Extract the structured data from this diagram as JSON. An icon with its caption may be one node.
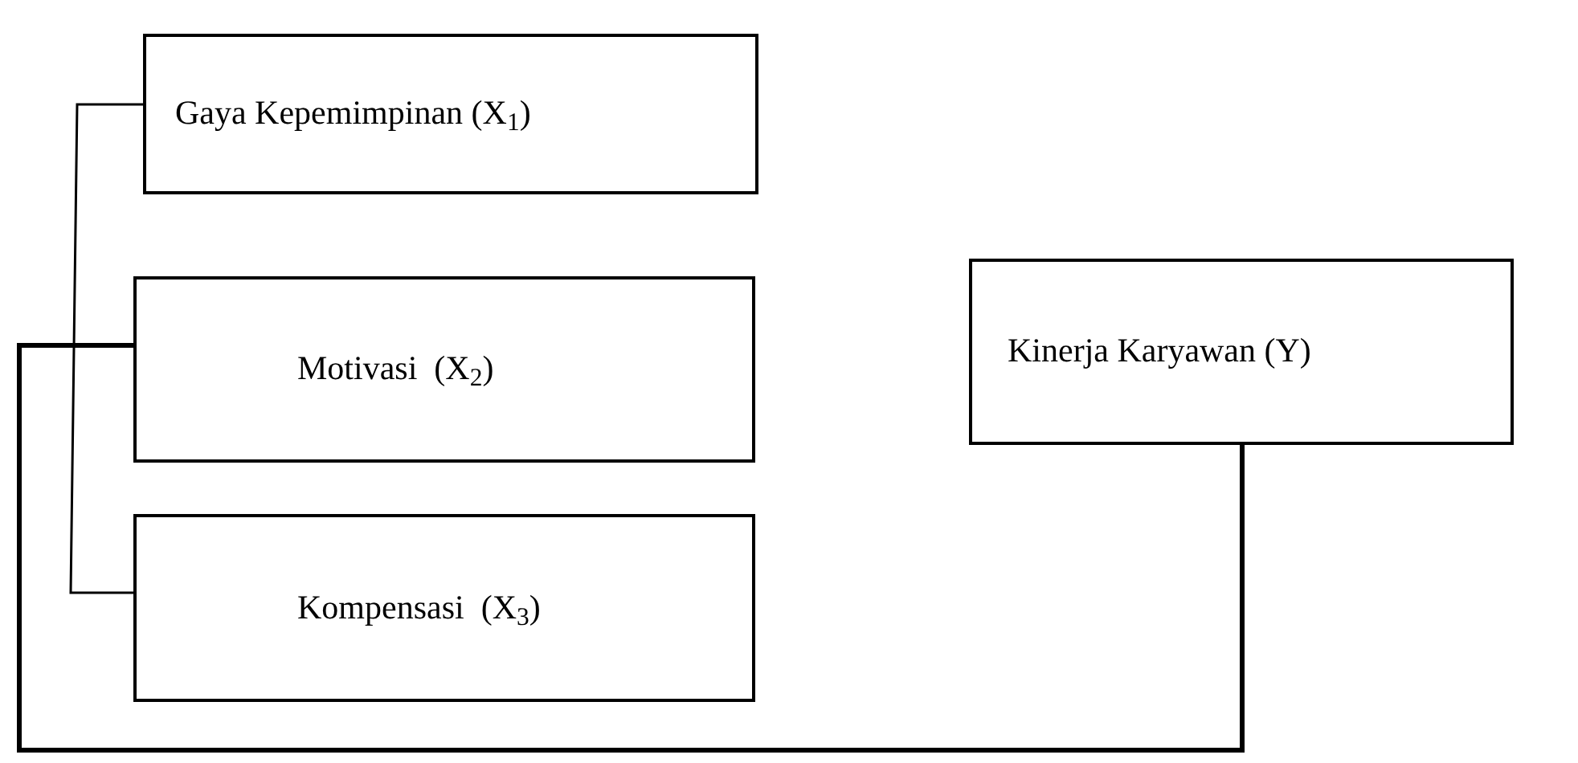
{
  "diagram": {
    "nodes": [
      {
        "text": [
          "Gaya Kepemimpinan (X$_{1}$)"
        ]
      },
      {
        "text": [
          "Motivasi  (X$_{2}$)"
        ]
      },
      {
        "text": [
          "Kompensasi  (X$_{3}$)"
        ]
      },
      {
        "text": [
          "Kinerja Karyawan (Y)"
        ]
      }
    ],
    "edges": [
      {
        "from": 0,
        "to": 2,
        "arrow": "none"
      },
      {
        "from": 1,
        "to": 3,
        "arrow": "none",
        "style": "thick"
      }
    ]
  }
}
